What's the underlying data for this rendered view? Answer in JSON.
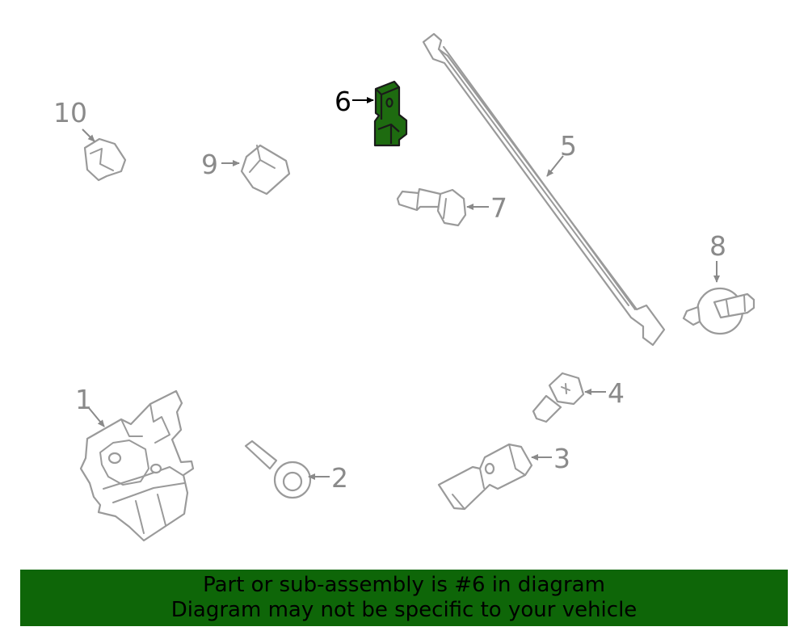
{
  "callouts": {
    "c1": "1",
    "c2": "2",
    "c3": "3",
    "c4": "4",
    "c5": "5",
    "c6": "6",
    "c7": "7",
    "c8": "8",
    "c9": "9",
    "c10": "10"
  },
  "highlight_part": "6",
  "colors": {
    "highlight": "#1e6b10",
    "banner": "#0e6608",
    "part_stroke": "#9a9a9a",
    "callout_text": "#8a8a8a"
  },
  "banner": {
    "line1": "Part or sub-assembly is #6 in diagram",
    "line2": "Diagram may not be specific to your vehicle"
  }
}
